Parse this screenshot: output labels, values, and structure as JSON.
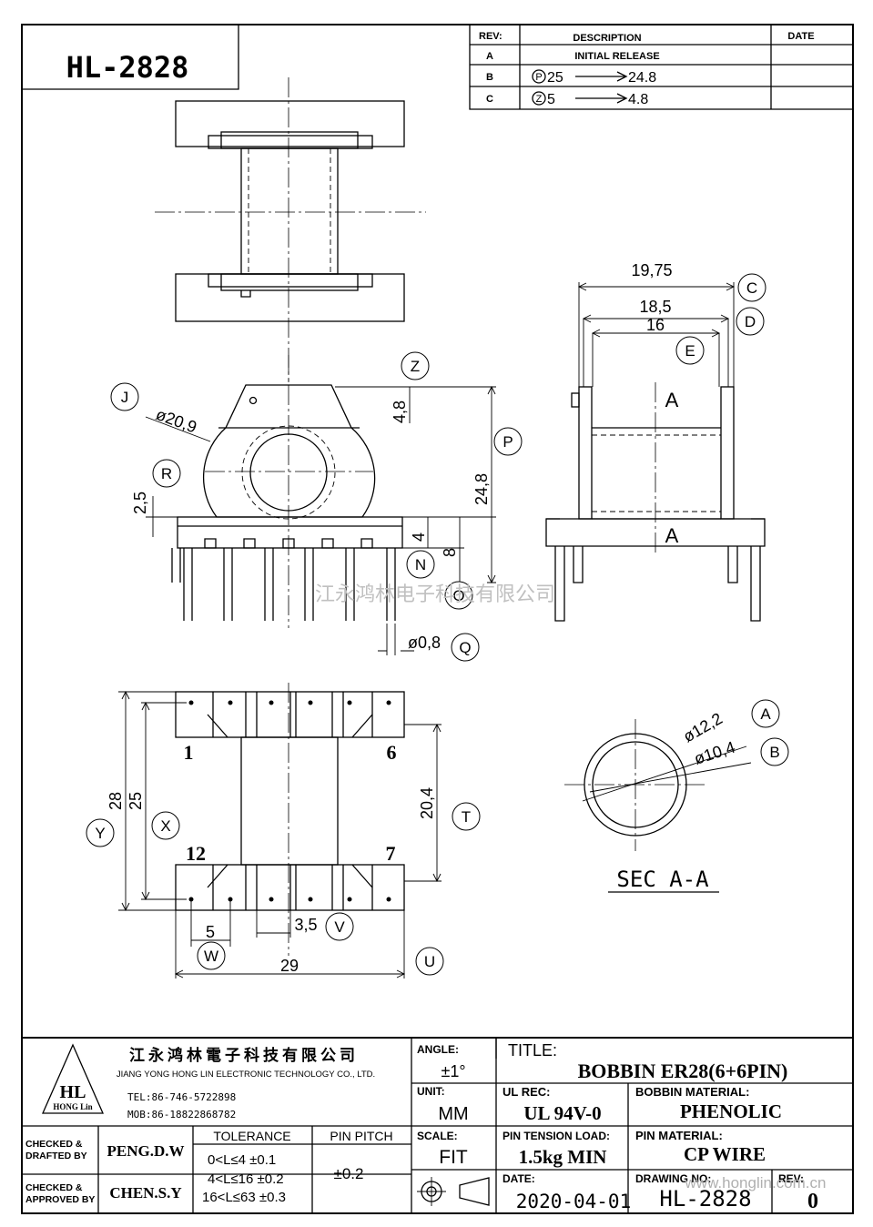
{
  "header": {
    "part_number": "HL-2828"
  },
  "revisions": {
    "headers": [
      "REV:",
      "DESCRIPTION",
      "DATE"
    ],
    "rows": [
      {
        "rev": "A",
        "description": "INITIAL RELEASE",
        "date": ""
      },
      {
        "rev": "B",
        "ref": "P",
        "from": "25",
        "to": "24.8",
        "date": ""
      },
      {
        "rev": "C",
        "ref": "Z",
        "from": "5",
        "to": "4.8",
        "date": ""
      }
    ]
  },
  "dimensions": {
    "top_width": "19,75",
    "mid_width": "18,5",
    "inner_width": "16",
    "dia_flange": "ø20,9",
    "height": "24,8",
    "slot": "4,8",
    "step": "2,5",
    "pin_h1": "4",
    "pin_h2": "8",
    "pin_dia": "ø0,8",
    "dia_outer": "ø12,2",
    "dia_inner": "ø10,4",
    "len_28": "28",
    "len_25": "25",
    "len_204": "20,4",
    "pitch_5": "5",
    "pitch_35": "3,5",
    "width_29": "29"
  },
  "balloons": [
    "C",
    "D",
    "E",
    "Z",
    "J",
    "P",
    "R",
    "N",
    "O",
    "Q",
    "A",
    "B",
    "Y",
    "X",
    "T",
    "V",
    "W",
    "U"
  ],
  "section_marks": [
    "A",
    "A"
  ],
  "pins": [
    "1",
    "6",
    "12",
    "7"
  ],
  "section_label": "SEC A-A",
  "watermark": "江永鸿林电子科技有限公司",
  "title_block": {
    "company_cn": "江永鸿林電子科技有限公司",
    "company_en": "JIANG YONG HONG LIN ELECTRONIC TECHNOLOGY CO., LTD.",
    "logo_text": "HL",
    "logo_sub": "HONG Lin",
    "tel": "TEL:86-746-5722898",
    "mob": "MOB:86-18822868782",
    "angle_label": "ANGLE:",
    "angle_value": "±1°",
    "title_label": "TITLE:",
    "title_value": "BOBBIN   ER28(6+6PIN)",
    "unit_label": "UNIT:",
    "unit_value": "MM",
    "ul_label": "UL REC:",
    "ul_value": "UL 94V-0",
    "bobbin_mat_label": "BOBBIN MATERIAL:",
    "bobbin_mat_value": "PHENOLIC",
    "checked_drafted": "CHECKED & DRAFTED BY",
    "drafted_name": "PENG.D.W",
    "tolerance_label": "TOLERANCE",
    "pin_pitch_label": "PIN PITCH",
    "tol_1": "0<L≤4   ±0.1",
    "tol_2": "4<L≤16 ±0.2",
    "tol_3": "16<L≤63 ±0.3",
    "pitch_value": "±0.2",
    "scale_label": "SCALE:",
    "scale_value": "FIT",
    "pin_tension_label": "PIN TENSION LOAD:",
    "pin_tension_value": "1.5kg  MIN",
    "pin_mat_label": "PIN MATERIAL:",
    "pin_mat_value": "CP WIRE",
    "checked_approved": "CHECKED & APPROVED BY",
    "approved_name": "CHEN.S.Y",
    "date_label": "DATE:",
    "date_value": "2020-04-01",
    "drawing_no_label": "DRAWING NO:",
    "drawing_no_value": "HL-2828",
    "rev_label": "REV:",
    "rev_value": "0",
    "website": "www.honglin.com.cn"
  }
}
